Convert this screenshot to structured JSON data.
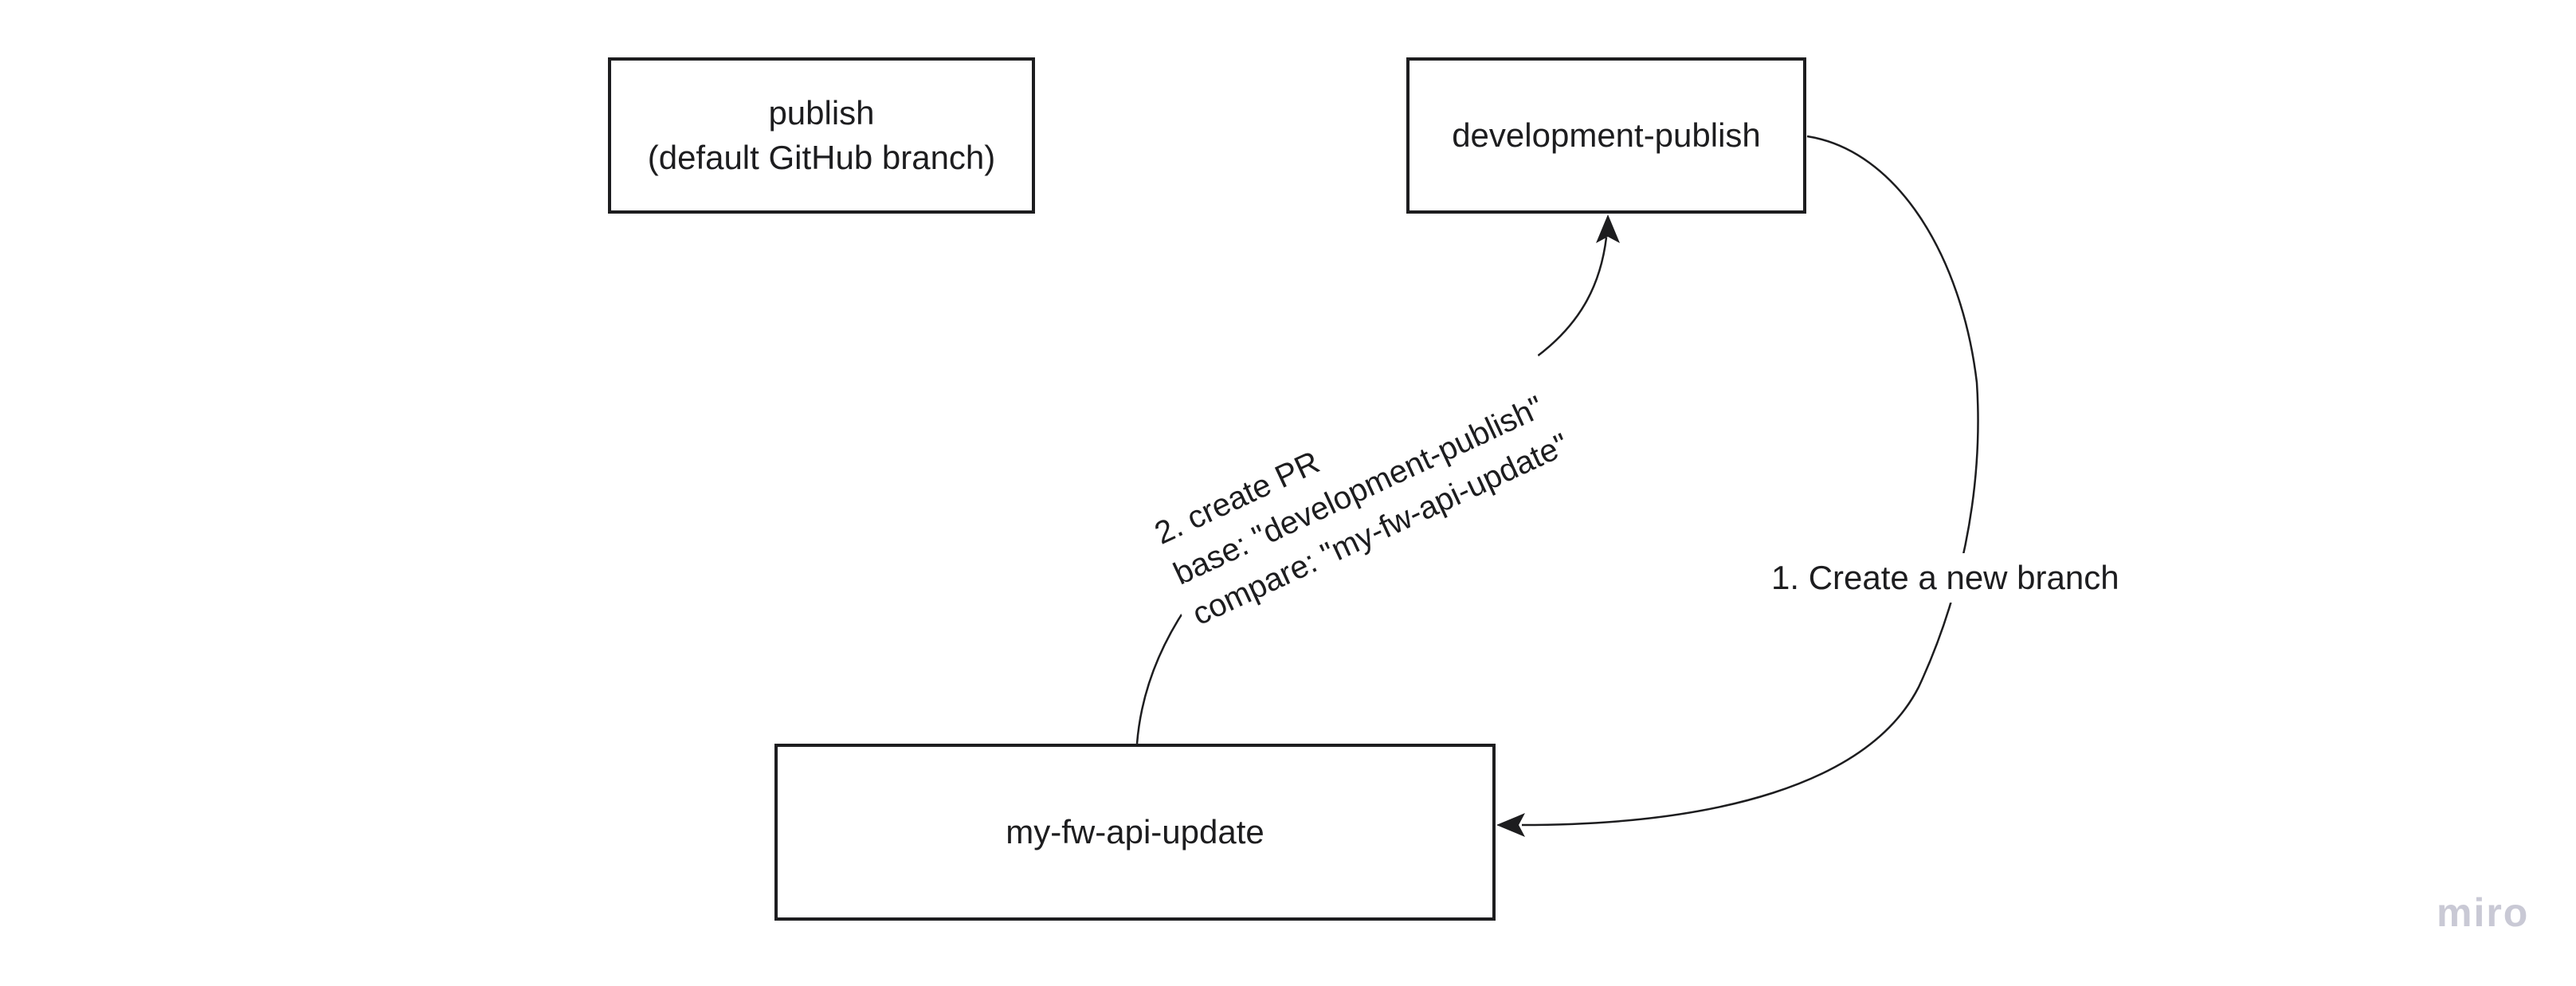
{
  "boxes": {
    "publish": {
      "line1": "publish",
      "line2": "(default GitHub branch)"
    },
    "development": {
      "label": "development-publish"
    },
    "feature": {
      "label": "my-fw-api-update"
    }
  },
  "connectors": {
    "branch": {
      "label": "1. Create a new branch"
    },
    "pr": {
      "line1": "2. create PR",
      "line2": "base: \"development-publish\"",
      "line3": "compare: \"my-fw-api-update\""
    }
  },
  "watermark": {
    "label": "miro"
  },
  "colors": {
    "stroke": "#1d1d1f",
    "text": "#1d1d1f",
    "watermark": "#c9c9d5",
    "background": "#ffffff"
  }
}
